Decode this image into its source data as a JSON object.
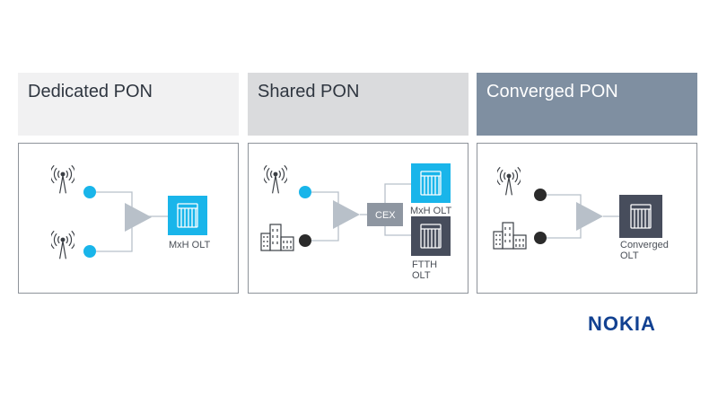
{
  "panels": {
    "dedicated": {
      "title": "Dedicated PON",
      "olt_label": "MxH OLT"
    },
    "shared": {
      "title": "Shared PON",
      "cex_label": "CEX",
      "olt1_label": "MxH OLT",
      "olt2_label_line1": "FTTH",
      "olt2_label_line2": "OLT"
    },
    "converged": {
      "title": "Converged PON",
      "olt_label_line1": "Converged",
      "olt_label_line2": "OLT"
    }
  },
  "colors": {
    "cyan": "#19b5ea",
    "dark_node": "#2b2b2b",
    "splitter": "#b8c0c9",
    "dark_olt": "#474d5c",
    "cex_box": "#8e96a1"
  },
  "icons": [
    "antenna-icon",
    "buildings-icon",
    "olt-rack-icon",
    "splitter-triangle-icon"
  ],
  "logo": {
    "text": "NOKIA",
    "color": "#124191"
  }
}
